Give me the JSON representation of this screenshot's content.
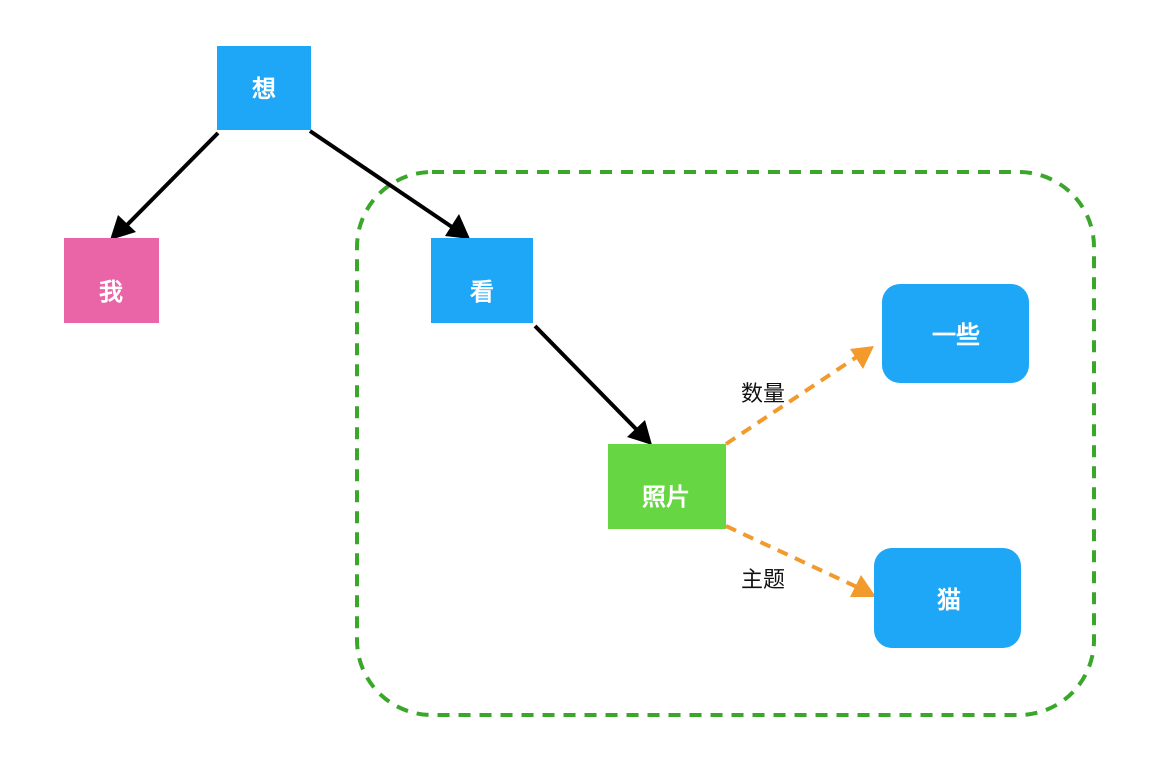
{
  "colors": {
    "blue_node": "#1ea7f7",
    "pink_node": "#ea64a8",
    "green_node": "#66d642",
    "group_border": "#3aa62a",
    "solid_arrow": "#000000",
    "dashed_arrow": "#f39a2c"
  },
  "nodes": {
    "xiang": {
      "label": "想"
    },
    "wo": {
      "label": "我"
    },
    "kan": {
      "label": "看"
    },
    "zhaopian": {
      "label": "照片"
    },
    "yixie": {
      "label": "一些"
    },
    "mao": {
      "label": "猫"
    }
  },
  "edges": {
    "shuliang": {
      "label": "数量"
    },
    "zhuti": {
      "label": "主题"
    }
  },
  "group": {
    "style": "dashed-rounded-rectangle"
  }
}
